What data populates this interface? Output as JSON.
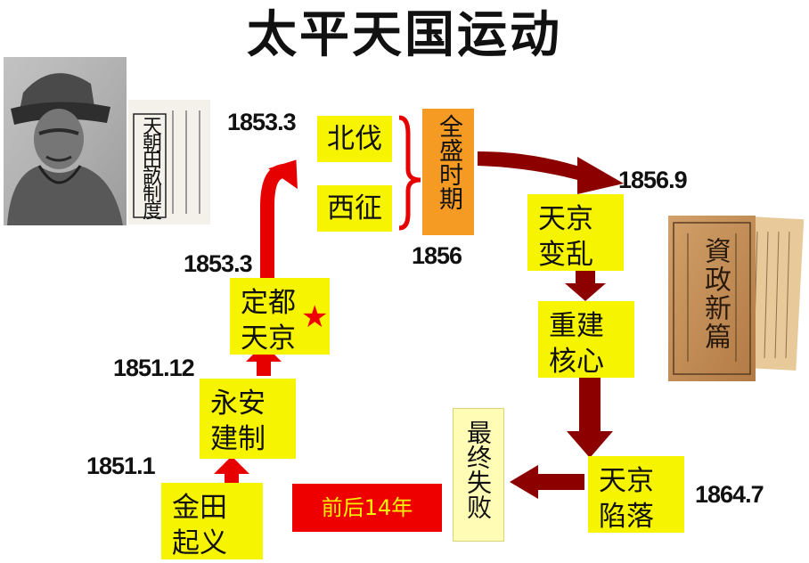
{
  "title": "太平天国运动",
  "colors": {
    "box_yellow": "#f7f400",
    "box_orange": "#f59a22",
    "box_pale": "#fffdb5",
    "arrow_red": "#e60000",
    "arrow_dark": "#8d0000",
    "banner_red": "#ef0000"
  },
  "events": {
    "jintian": "金田\n起义",
    "yongan": "永安\n建制",
    "dingdu": "定都\n天京",
    "beifa": "北伐",
    "xizheng": "西征",
    "quansheng": "全盛时期",
    "bianluan": "天京\n变乱",
    "chongjian": "重建\n核心",
    "xianluo": "天京\n陷落",
    "shibai": "最终失败"
  },
  "dates": {
    "jintian": "1851.1",
    "yongan": "1851.12",
    "dingdu": "1853.3",
    "expedition": "1853.3",
    "quansheng": "1856",
    "bianluan": "1856.9",
    "xianluo": "1864.7"
  },
  "duration": "前后14年",
  "book_left": {
    "title": "天朝田畝制度"
  },
  "book_right": {
    "title": "資政新篇"
  },
  "icons": {
    "capital_marker": "red-star-icon"
  }
}
